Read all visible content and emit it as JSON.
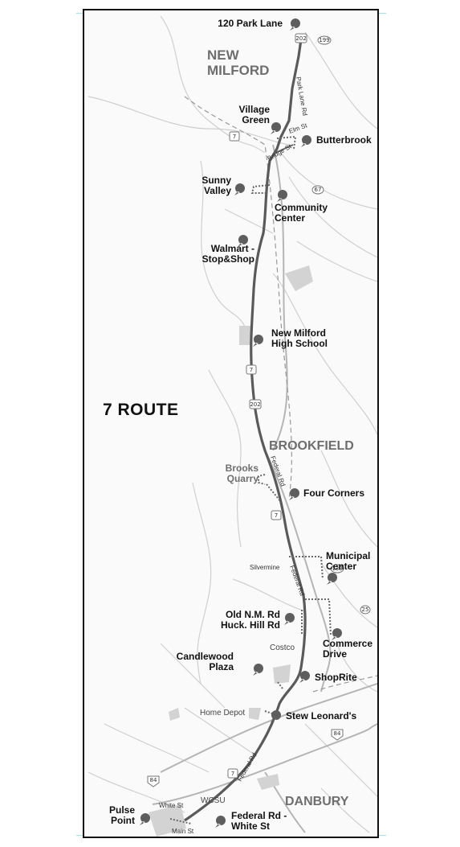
{
  "route_title": "7 ROUTE",
  "towns": {
    "new_milford": [
      "NEW",
      "MILFORD"
    ],
    "brookfield": "BROOKFIELD",
    "danbury": "DANBURY"
  },
  "stops": [
    {
      "id": "park-lane",
      "lines": [
        "120 Park Lane"
      ]
    },
    {
      "id": "village-green",
      "lines": [
        "Village",
        "Green"
      ]
    },
    {
      "id": "butterbrook",
      "lines": [
        "Butterbrook"
      ]
    },
    {
      "id": "sunny-valley",
      "lines": [
        "Sunny",
        "Valley"
      ]
    },
    {
      "id": "community-center",
      "lines": [
        "Community",
        "Center"
      ]
    },
    {
      "id": "walmart",
      "lines": [
        "Walmart -",
        "Stop&Shop"
      ]
    },
    {
      "id": "nm-high-school",
      "lines": [
        "New Milford",
        "High School"
      ]
    },
    {
      "id": "brooks-quarry",
      "lines": [
        "Brooks",
        "Quarry"
      ]
    },
    {
      "id": "four-corners",
      "lines": [
        "Four Corners"
      ]
    },
    {
      "id": "municipal-center",
      "lines": [
        "Municipal",
        "Center"
      ]
    },
    {
      "id": "old-nm-rd",
      "lines": [
        "Old N.M. Rd",
        "Huck. Hill Rd"
      ]
    },
    {
      "id": "commerce-drive",
      "lines": [
        "Commerce",
        "Drive"
      ]
    },
    {
      "id": "candlewood-plaza",
      "lines": [
        "Candlewood",
        "Plaza"
      ]
    },
    {
      "id": "shoprite",
      "lines": [
        "ShopRite"
      ]
    },
    {
      "id": "stew-leonards",
      "lines": [
        "Stew Leonard's"
      ]
    },
    {
      "id": "pulse-point",
      "lines": [
        "Pulse",
        "Point"
      ]
    },
    {
      "id": "federal-white",
      "lines": [
        "Federal Rd -",
        "White St"
      ]
    }
  ],
  "roads": {
    "park_lane_rd": "Park Lane Rd",
    "elm_st": "Elm St",
    "bridge_st": "Bridge St",
    "federal_rd_1": "Federal Rd",
    "federal_rd_2": "Federal Rd",
    "federal_rd_3": "Federal Rd",
    "silvermine": "Silvermine",
    "white_st": "White St",
    "main_st": "Main St",
    "wcsu": "WCSU"
  },
  "places": {
    "costco": "Costco",
    "home_depot": "Home Depot"
  },
  "shields": [
    "202",
    "199",
    "7",
    "67",
    "7",
    "202",
    "7",
    "133",
    "25",
    "84",
    "84",
    "7"
  ],
  "colors": {
    "route": "#5a5a5a",
    "roads": "#c9c9c9",
    "marker": "#5e5e5e",
    "town_label": "#6e6e6e"
  }
}
